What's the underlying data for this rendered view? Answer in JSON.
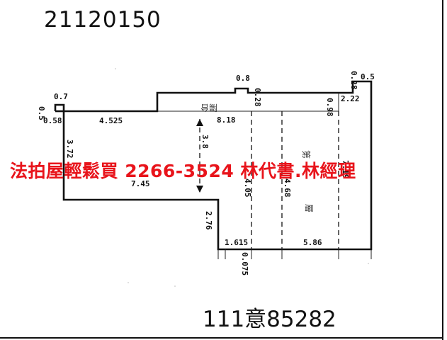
{
  "header": {
    "code": "21120150"
  },
  "banner": {
    "text": "法拍屋輕鬆買  2266-3524  林代書.林經理"
  },
  "footer": {
    "case_no": "111意85282"
  },
  "plan": {
    "dimensions": {
      "top_0_8": "0.8",
      "top_0_28_left": "0.28",
      "top_0_28_right": "0.28",
      "top_0_5": "0.5",
      "left_0_7": "0.7",
      "left_0_5": "0.5",
      "left_0_58": "0.58",
      "w_4_525": "4.525",
      "r_2_22": "2.22",
      "r_0_98": "0.98",
      "mid_8_18": "8.18",
      "left_3_72": "3.72",
      "diag_3_8": "3.8",
      "w_7_45": "7.45",
      "v_4_05": "4.05",
      "v_4_68": "4.68",
      "r_7_19": "7.19",
      "h_2_76": "2.76",
      "b_1_615": "1.615",
      "b_5_86": "5.86",
      "b_0_075": "0.075"
    },
    "labels": {
      "balcony": "陽台",
      "floor_a": "第",
      "floor_b": "層"
    }
  }
}
